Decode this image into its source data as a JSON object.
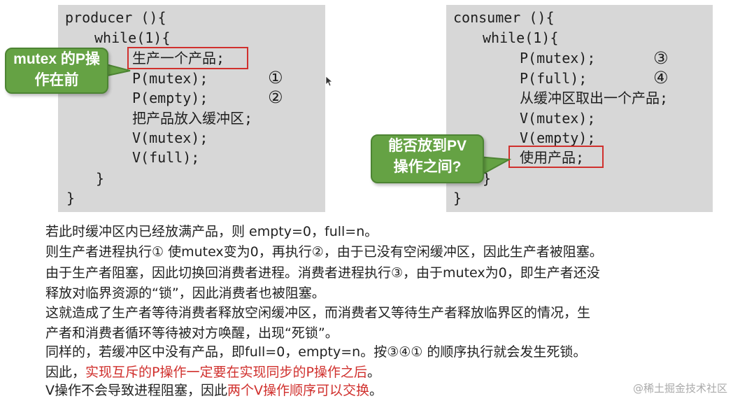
{
  "producer": {
    "lines": [
      "producer (){",
      "while(1){",
      "生产一个产品;",
      "P(mutex);",
      "P(empty);",
      "把产品放入缓冲区;",
      "V(mutex);",
      "V(full);",
      "}",
      "}"
    ],
    "markers": [
      "①",
      "②"
    ]
  },
  "consumer": {
    "lines": [
      "consumer (){",
      "while(1){",
      "P(mutex);",
      "P(full);",
      "从缓冲区取出一个产品;",
      "V(mutex);",
      "V(empty);",
      "使用产品;",
      "}",
      "}"
    ],
    "markers": [
      "③",
      "④"
    ]
  },
  "bubble_left": {
    "line1": "mutex 的P操",
    "line2": "作在前"
  },
  "bubble_right": {
    "line1": "能否放到PV",
    "line2": "操作之间?"
  },
  "paragraphs": {
    "p1": "若此时缓冲区内已经放满产品，则 empty=0，full=n。",
    "p2": "则生产者进程执行① 使mutex变为0，再执行②，由于已没有空闲缓冲区，因此生产者被阻塞。",
    "p3": "由于生产者阻塞，因此切换回消费者进程。消费者进程执行③，由于mutex为0，即生产者还没",
    "p4": "释放对临界资源的“锁”，因此消费者也被阻塞。",
    "p5": "这就造成了生产者等待消费者释放空闲缓冲区，而消费者又等待生产者释放临界区的情况，生",
    "p6": "产者和消费者循环等待被对方唤醒，出现“死锁”。",
    "p7": "同样的，若缓冲区中没有产品，即full=0，empty=n。按③④① 的顺序执行就会发生死锁。",
    "p8_prefix": "因此，",
    "p8_red": "实现互斥的P操作一定要在实现同步的P操作之后",
    "p8_suffix": "。",
    "p9_prefix": "V操作不会导致进程阻塞，因此",
    "p9_red": "两个V操作顺序可以交换",
    "p9_suffix": "。"
  },
  "watermark": "@稀土掘金技术社区",
  "colors": {
    "code_bg": "#d7d7d7",
    "highlight_red": "#d0302d",
    "bubble_green": "#65a244"
  }
}
